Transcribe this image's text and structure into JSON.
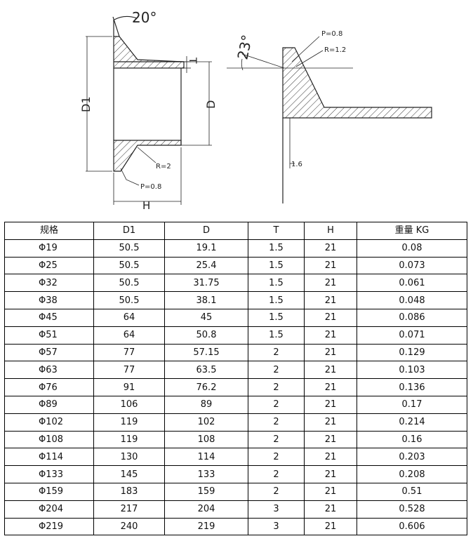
{
  "drawing": {
    "angle_left": "20°",
    "angle_right": "23°",
    "label_t": "T",
    "label_d1": "D1",
    "label_d": "D",
    "label_h": "H",
    "label_r_left": "R=2",
    "label_p_left": "P=0.8",
    "label_p_right": "P=0.8",
    "label_r_right": "R=1.2",
    "label_dim_right": "1.6"
  },
  "table": {
    "headers": [
      "规格",
      "D1",
      "D",
      "T",
      "H",
      "重量 KG"
    ],
    "rows": [
      [
        "Φ19",
        "50.5",
        "19.1",
        "1.5",
        "21",
        "0.08"
      ],
      [
        "Φ25",
        "50.5",
        "25.4",
        "1.5",
        "21",
        "0.073"
      ],
      [
        "Φ32",
        "50.5",
        "31.75",
        "1.5",
        "21",
        "0.061"
      ],
      [
        "Φ38",
        "50.5",
        "38.1",
        "1.5",
        "21",
        "0.048"
      ],
      [
        "Φ45",
        "64",
        "45",
        "1.5",
        "21",
        "0.086"
      ],
      [
        "Φ51",
        "64",
        "50.8",
        "1.5",
        "21",
        "0.071"
      ],
      [
        "Φ57",
        "77",
        "57.15",
        "2",
        "21",
        "0.129"
      ],
      [
        "Φ63",
        "77",
        "63.5",
        "2",
        "21",
        "0.103"
      ],
      [
        "Φ76",
        "91",
        "76.2",
        "2",
        "21",
        "0.136"
      ],
      [
        "Φ89",
        "106",
        "89",
        "2",
        "21",
        "0.17"
      ],
      [
        "Φ102",
        "119",
        "102",
        "2",
        "21",
        "0.214"
      ],
      [
        "Φ108",
        "119",
        "108",
        "2",
        "21",
        "0.16"
      ],
      [
        "Φ114",
        "130",
        "114",
        "2",
        "21",
        "0.203"
      ],
      [
        "Φ133",
        "145",
        "133",
        "2",
        "21",
        "0.208"
      ],
      [
        "Φ159",
        "183",
        "159",
        "2",
        "21",
        "0.51"
      ],
      [
        "Φ204",
        "217",
        "204",
        "3",
        "21",
        "0.528"
      ],
      [
        "Φ219",
        "240",
        "219",
        "3",
        "21",
        "0.606"
      ]
    ]
  }
}
